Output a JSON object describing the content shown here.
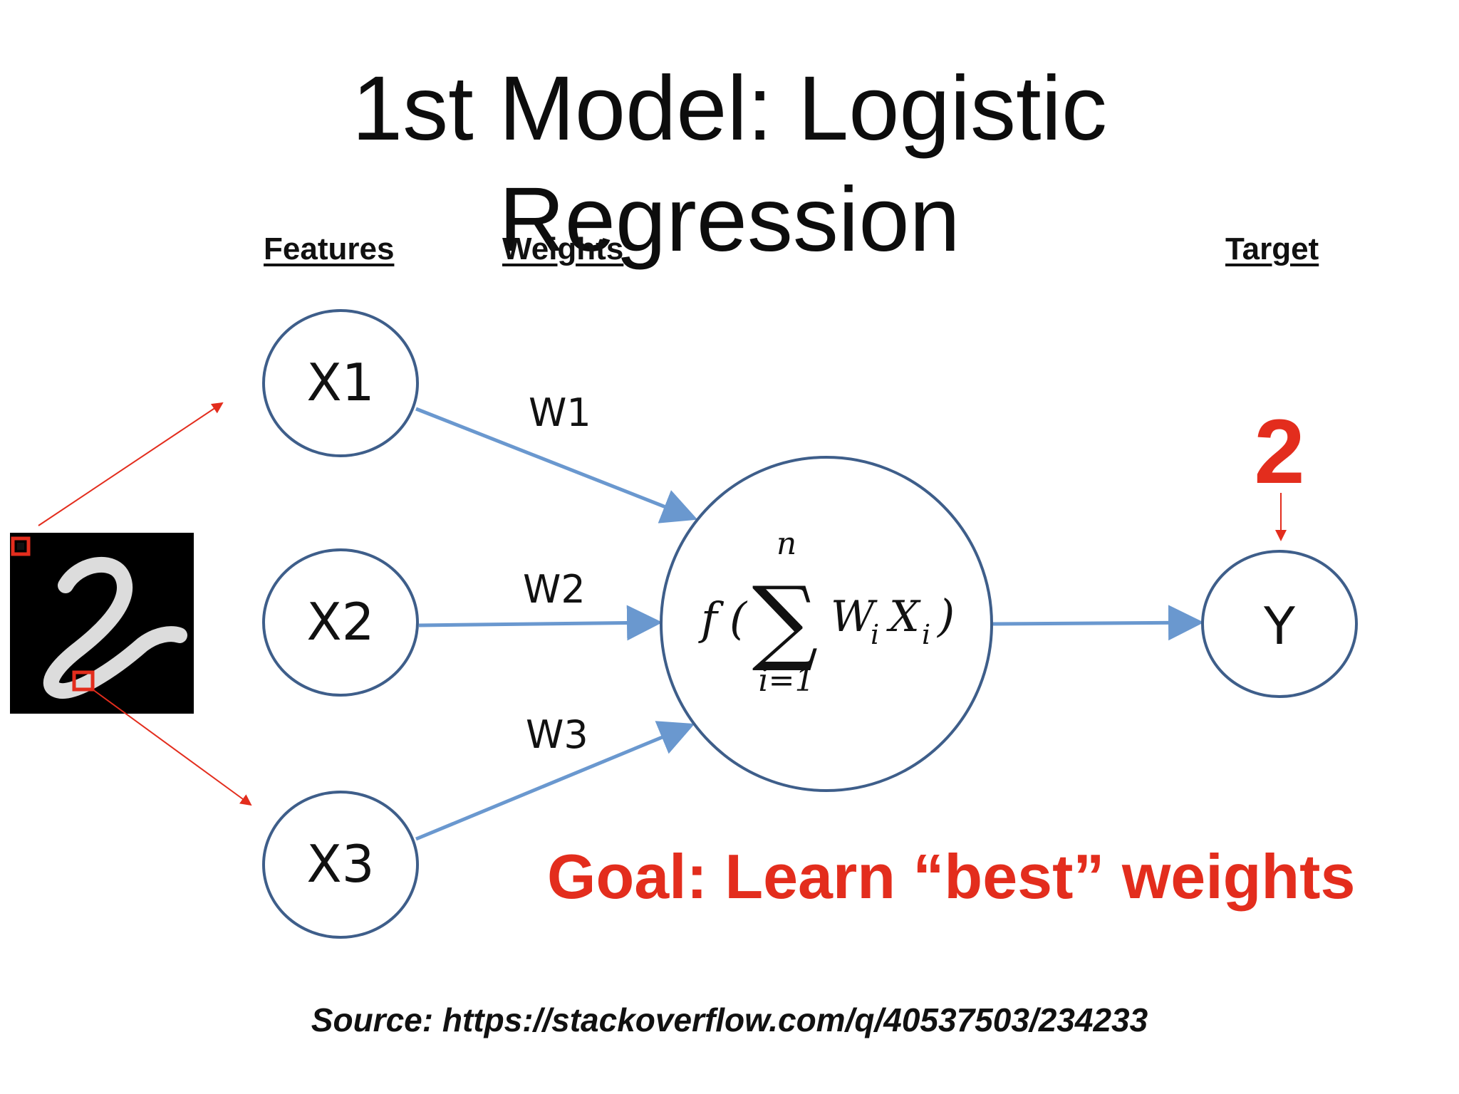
{
  "title": {
    "line1": "1st Model: Logistic",
    "line2": "Regression"
  },
  "columns": {
    "features": "Features",
    "weights": "Weights",
    "target": "Target"
  },
  "nodes": {
    "x1": "X1",
    "x2": "X2",
    "x3": "X3",
    "y": "Y"
  },
  "weights": {
    "w1": "W1",
    "w2": "W2",
    "w3": "W3"
  },
  "formula": {
    "f": "f",
    "open": "(",
    "sigma": "∑",
    "upper": "n",
    "lower": "i=1",
    "term_w": "W",
    "sub_w": "i",
    "term_x": "X",
    "sub_x": "i",
    "close": ")"
  },
  "target_value": "2",
  "goal": "Goal: Learn “best” weights",
  "source": "Source: https://stackoverflow.com/q/40537503/234233",
  "colors": {
    "node_stroke": "#3e5e8a",
    "edge": "#6a98cf",
    "accent": "#e32d1d"
  }
}
